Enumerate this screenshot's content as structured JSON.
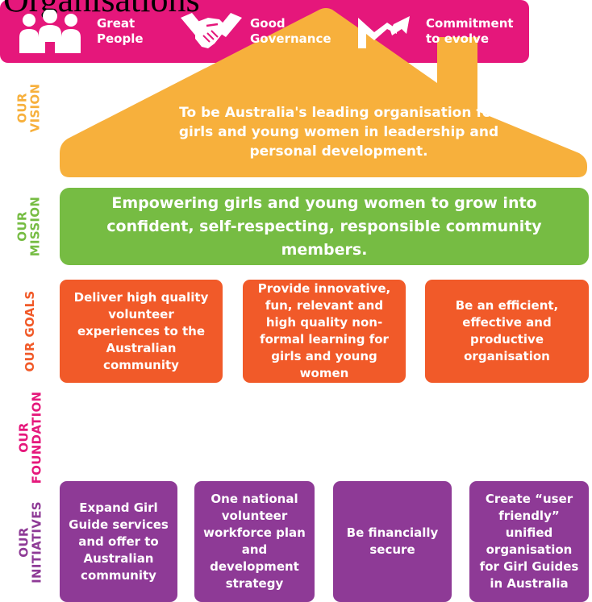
{
  "header": {
    "title": "Organisations"
  },
  "colors": {
    "vision": "#f7b03c",
    "mission": "#76bc43",
    "goals": "#f15a29",
    "foundation": "#e5177b",
    "initiatives": "#8e3a96"
  },
  "vision": {
    "label_line1": "OUR",
    "label_line2": "VISION",
    "text": "To be Australia's leading organisation for girls and young women in leadership and personal development."
  },
  "mission": {
    "label_line1": "OUR",
    "label_line2": "MISSION",
    "text": "Empowering girls and young women to grow into confident, self-respecting, responsible community members."
  },
  "goals": {
    "label": "OUR GOALS",
    "items": [
      {
        "text": "Deliver high quality volunteer experiences to the Australian community"
      },
      {
        "text": "Provide innovative, fun, relevant and high quality non-formal learning for girls and young women"
      },
      {
        "text": "Be an efficient, effective and productive organisation"
      }
    ]
  },
  "foundation": {
    "label_line1": "OUR",
    "label_line2": "FOUNDATION",
    "items": [
      {
        "icon": "people-icon",
        "line1": "Great",
        "line2": "People"
      },
      {
        "icon": "handshake-icon",
        "line1": "Good",
        "line2": "Governance"
      },
      {
        "icon": "trend-arrow-icon",
        "line1": "Commitment",
        "line2": "to evolve"
      }
    ]
  },
  "initiatives": {
    "label_line1": "OUR",
    "label_line2": "INITIATIVES",
    "items": [
      {
        "text": "Expand Girl Guide services and offer to Australian community"
      },
      {
        "text": "One national volunteer workforce plan and development strategy"
      },
      {
        "text": "Be financially secure"
      },
      {
        "text": "Create “user friendly” unified organisation for Girl Guides in Australia"
      }
    ]
  }
}
